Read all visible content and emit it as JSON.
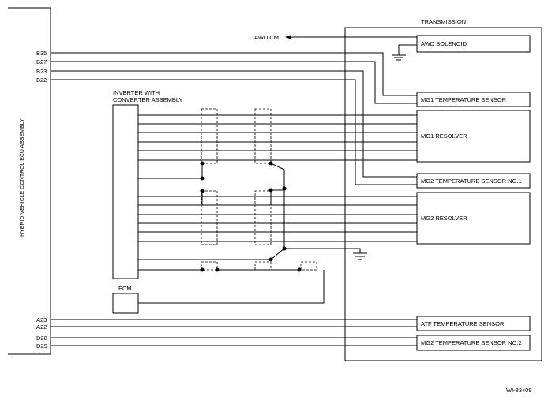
{
  "ecu_label": "HYBRID VEHICLE CONTROL ECU ASSEMBLY",
  "transmission_label": "TRANSMISSION",
  "awd_cm_label": "AWD CM",
  "inverter_label_line1": "INVERTER WITH",
  "inverter_label_line2": "CONVERTER ASSEMBLY",
  "ecm_label": "ECM",
  "figure_id": "WI-83409",
  "pins": {
    "b35": "B35",
    "b27": "B27",
    "b23": "B23",
    "b22": "B22",
    "a23": "A23",
    "a22": "A22",
    "d28": "D28",
    "d29": "D29"
  },
  "components": {
    "awd_solenoid": "AWD SOLENOID",
    "mg1_temp": "MG1 TEMPERATURE SENSOR",
    "mg1_resolver": "MG1 RESOLVER",
    "mg2_temp1": "MG2 TEMPERATURE SENSOR NO.1",
    "mg2_resolver": "MG2 RESOLVER",
    "atf_temp": "ATF TEMPERATURE SENSOR",
    "mg2_temp2": "MG2 TEMPERATURE SENSOR NO.2"
  }
}
